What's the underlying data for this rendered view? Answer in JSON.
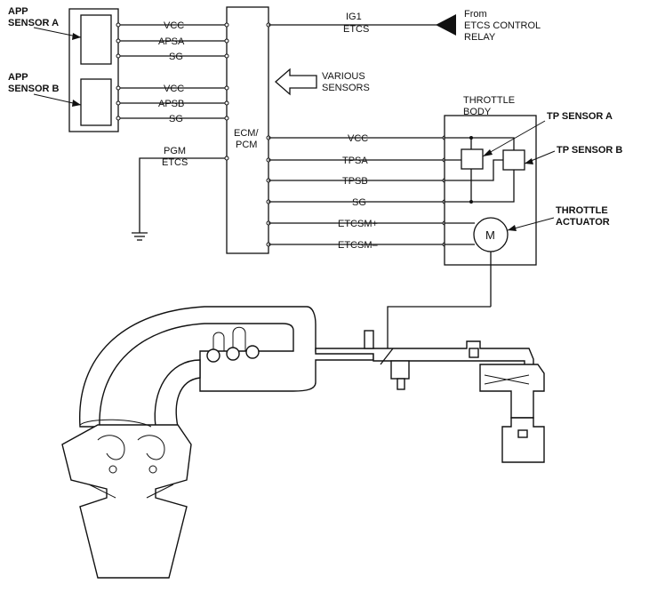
{
  "labels": {
    "app_sensor_a_line1": "APP",
    "app_sensor_a_line2": "SENSOR A",
    "app_sensor_b_line1": "APP",
    "app_sensor_b_line2": "SENSOR B",
    "vcc": "VCC",
    "apsa": "APSA",
    "sg": "SG",
    "apsb": "APSB",
    "pgm": "PGM",
    "etcs": "ETCS",
    "ecm_line1": "ECM/",
    "ecm_line2": "PCM",
    "ig1": "IG1",
    "from_line1": "From",
    "from_line2": "ETCS CONTROL",
    "from_line3": "RELAY",
    "various_line1": "VARIOUS",
    "various_line2": "SENSORS",
    "throttle_body_line1": "THROTTLE",
    "throttle_body_line2": "BODY",
    "tpsa": "TPSA",
    "tpsb": "TPSB",
    "etcsm_plus": "ETCSM+",
    "etcsm_minus": "ETCSM–",
    "tp_sensor_a": "TP SENSOR A",
    "tp_sensor_b": "TP SENSOR B",
    "throttle_actuator_line1": "THROTTLE",
    "throttle_actuator_line2": "ACTUATOR",
    "motor": "M"
  }
}
